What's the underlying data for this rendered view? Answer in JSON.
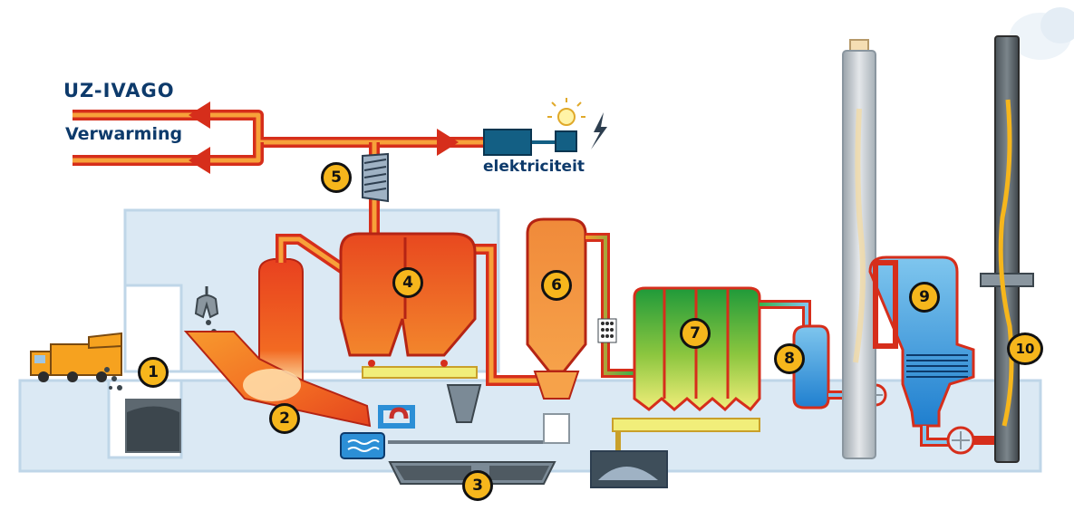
{
  "diagram": {
    "title": "UZ-IVAGO",
    "subtitle": "Verwarming",
    "electricity_label": "elektriciteit",
    "step_labels": [
      "1",
      "2",
      "3",
      "4",
      "5",
      "6",
      "7",
      "8",
      "9",
      "10"
    ]
  },
  "colors": {
    "pipe_outer": "#d62e1b",
    "pipe_inner": "#f7a13a",
    "badge_fill": "#f6b61c",
    "text_navy": "#0d3a6b",
    "structure_blue": "#cfe2f1",
    "generator_teal": "#135f84"
  }
}
